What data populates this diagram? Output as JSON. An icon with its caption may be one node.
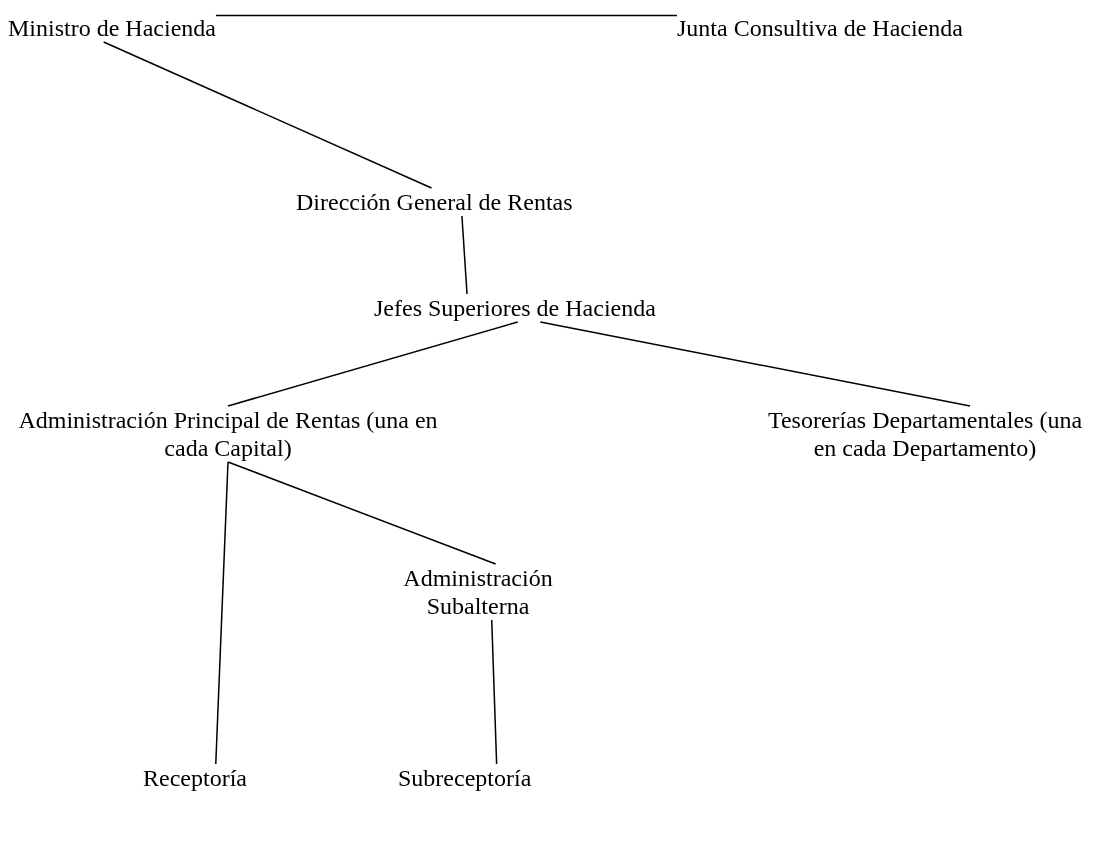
{
  "diagram": {
    "nodes": [
      {
        "text": [
          "Ministro de Hacienda"
        ]
      },
      {
        "text": [
          "Junta Consultiva de Hacienda"
        ]
      },
      {
        "text": [
          "Dirección General de Rentas"
        ]
      },
      {
        "text": [
          "Jefes Superiores de Hacienda"
        ]
      },
      {
        "text": [
          "Administración Principal de Rentas (una en cada Capital)"
        ]
      },
      {
        "text": [
          "Tesorerías Departamentales (una en cada Departamento)"
        ]
      },
      {
        "text": [
          "Administración Subalterna"
        ]
      },
      {
        "text": [
          "Receptoría"
        ]
      },
      {
        "text": [
          "Subreceptoría"
        ]
      }
    ],
    "edges": [
      {
        "from": 0,
        "to": 1,
        "arrow": "none"
      },
      {
        "from": 0,
        "to": 2,
        "arrow": "none"
      },
      {
        "from": 2,
        "to": 3,
        "arrow": "none"
      },
      {
        "from": 3,
        "to": 4,
        "arrow": "none"
      },
      {
        "from": 3,
        "to": 5,
        "arrow": "none"
      },
      {
        "from": 4,
        "to": 6,
        "arrow": "none"
      },
      {
        "from": 4,
        "to": 7,
        "arrow": "none"
      },
      {
        "from": 6,
        "to": 8,
        "arrow": "none"
      }
    ]
  }
}
